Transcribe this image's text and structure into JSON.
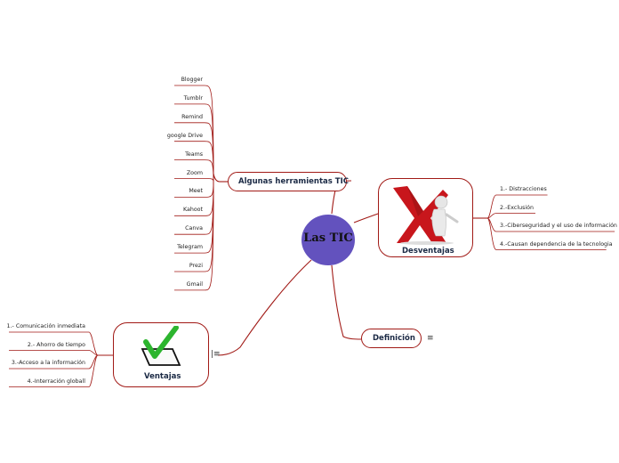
{
  "center": {
    "label": "Las TIC"
  },
  "tools": {
    "label": "Algunas herramientas TIC",
    "items": [
      "Blogger",
      "Tumblr",
      "Remind",
      "google Drive",
      "Teams",
      "Zoom",
      "Meet",
      "Kahoot",
      "Canva",
      "Telegram",
      "Prezi",
      "Gmail"
    ]
  },
  "disadvantages": {
    "label": "Desventajas",
    "items": [
      "1.- Distracciones",
      "2.-Exclusión",
      "3.-Ciberseguridad y el uso de información",
      "4.-Causan dependencia de la tecnologia"
    ]
  },
  "definition": {
    "label": "Definición"
  },
  "advantages": {
    "label": "Ventajas",
    "items": [
      "1.- Comunicación inmediata",
      "2.- Ahorro de tiempo",
      "3.-Acceso a la información",
      "4.-Interración globall"
    ]
  },
  "icons": {
    "menu": "menu-icon",
    "checkmark": "checkmark-icon",
    "cross": "red-x-icon"
  },
  "colors": {
    "connector": "#a11a16",
    "center": "#6352be",
    "check": "#2db52f",
    "cross": "#c8161c"
  }
}
